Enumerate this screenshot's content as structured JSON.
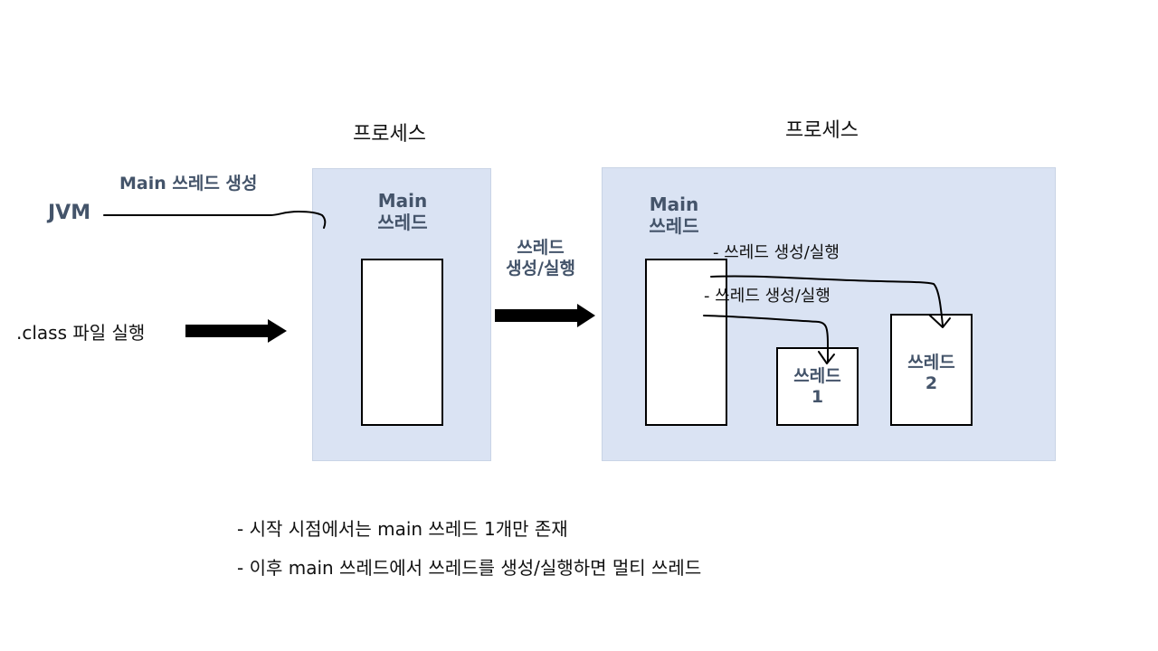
{
  "left_process": {
    "title": "프로세스",
    "main_thread_line1": "Main",
    "main_thread_line2": "쓰레드"
  },
  "right_process": {
    "title": "프로세스",
    "main_thread_line1": "Main",
    "main_thread_line2": "쓰레드",
    "thread1_line1": "쓰레드",
    "thread1_line2": "1",
    "thread2_line1": "쓰레드",
    "thread2_line2": "2",
    "create_label_1": "- 쓰레드 생성/실행",
    "create_label_2": "- 쓰레드 생성/실행"
  },
  "jvm": {
    "label": "JVM",
    "create_main_label": "Main 쓰레드 생성"
  },
  "class_run": {
    "label": ".class 파일 실행"
  },
  "transition": {
    "line1": "쓰레드",
    "line2": "생성/실행"
  },
  "notes": [
    "- 시작 시점에서는 main 쓰레드 1개만 존재",
    "- 이후 main 쓰레드에서 쓰레드를 생성/실행하면 멀티 쓰레드"
  ],
  "colors": {
    "process_fill": "#dae3f3",
    "label_navy": "#44546a",
    "arrow": "#000000"
  }
}
